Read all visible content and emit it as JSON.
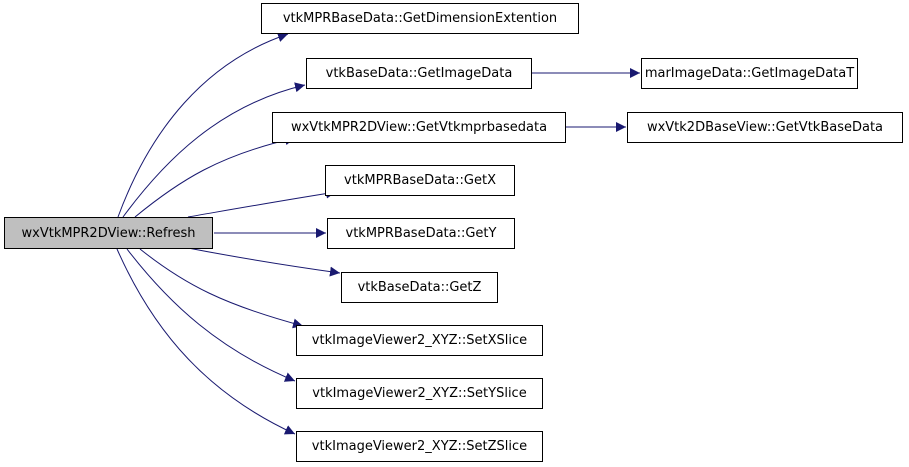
{
  "colors": {
    "edge": "#191970",
    "root_fill": "#bfbfbf",
    "node_fill": "#ffffff",
    "border": "#000000"
  },
  "nodes": {
    "root": "wxVtkMPR2DView::Refresh",
    "get_dimension_extention": "vtkMPRBaseData::GetDimensionExtention",
    "get_image_data": "vtkBaseData::GetImageData",
    "get_image_data_t": "marImageData::GetImageDataT",
    "get_vtkmprbasedata": "wxVtkMPR2DView::GetVtkmprbasedata",
    "get_vtk_base_data": "wxVtk2DBaseView::GetVtkBaseData",
    "get_x": "vtkMPRBaseData::GetX",
    "get_y": "vtkMPRBaseData::GetY",
    "get_z": "vtkBaseData::GetZ",
    "set_x_slice": "vtkImageViewer2_XYZ::SetXSlice",
    "set_y_slice": "vtkImageViewer2_XYZ::SetYSlice",
    "set_z_slice": "vtkImageViewer2_XYZ::SetZSlice"
  },
  "edges": [
    [
      "root",
      "get_dimension_extention"
    ],
    [
      "root",
      "get_image_data"
    ],
    [
      "root",
      "get_vtkmprbasedata"
    ],
    [
      "root",
      "get_x"
    ],
    [
      "root",
      "get_y"
    ],
    [
      "root",
      "get_z"
    ],
    [
      "root",
      "set_x_slice"
    ],
    [
      "root",
      "set_y_slice"
    ],
    [
      "root",
      "set_z_slice"
    ],
    [
      "get_image_data",
      "get_image_data_t"
    ],
    [
      "get_vtkmprbasedata",
      "get_vtk_base_data"
    ]
  ]
}
